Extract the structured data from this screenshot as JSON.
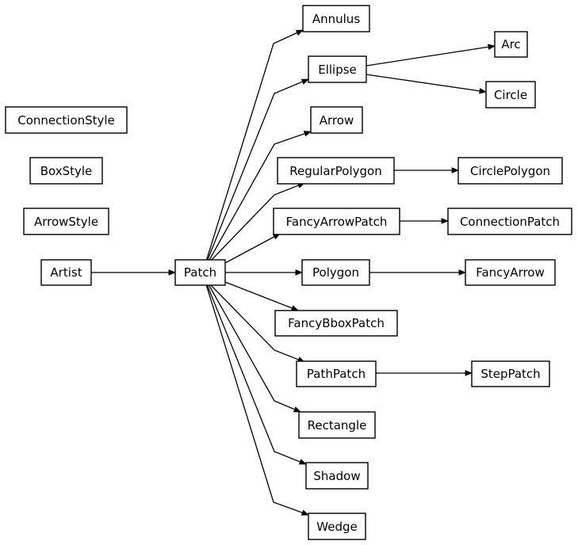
{
  "nodes": {
    "annulus": "Annulus",
    "ellipse": "Ellipse",
    "arc": "Arc",
    "circle": "Circle",
    "connectionstyle": "ConnectionStyle",
    "arrow": "Arrow",
    "boxstyle": "BoxStyle",
    "regularpolygon": "RegularPolygon",
    "circlepolygon": "CirclePolygon",
    "arrowstyle": "ArrowStyle",
    "fancyarrowpatch": "FancyArrowPatch",
    "connectionpatch": "ConnectionPatch",
    "artist": "Artist",
    "patch": "Patch",
    "polygon": "Polygon",
    "fancyarrow": "FancyArrow",
    "fancybboxpatch": "FancyBboxPatch",
    "pathpatch": "PathPatch",
    "steppatch": "StepPatch",
    "rectangle": "Rectangle",
    "shadow": "Shadow",
    "wedge": "Wedge"
  },
  "edges": [
    {
      "from": "artist",
      "to": "patch"
    },
    {
      "from": "patch",
      "to": "annulus"
    },
    {
      "from": "patch",
      "to": "ellipse"
    },
    {
      "from": "patch",
      "to": "arrow"
    },
    {
      "from": "patch",
      "to": "regularpolygon"
    },
    {
      "from": "patch",
      "to": "fancyarrowpatch"
    },
    {
      "from": "patch",
      "to": "polygon"
    },
    {
      "from": "patch",
      "to": "fancybboxpatch"
    },
    {
      "from": "patch",
      "to": "pathpatch"
    },
    {
      "from": "patch",
      "to": "rectangle"
    },
    {
      "from": "patch",
      "to": "shadow"
    },
    {
      "from": "patch",
      "to": "wedge"
    },
    {
      "from": "ellipse",
      "to": "arc"
    },
    {
      "from": "ellipse",
      "to": "circle"
    },
    {
      "from": "regularpolygon",
      "to": "circlepolygon"
    },
    {
      "from": "fancyarrowpatch",
      "to": "connectionpatch"
    },
    {
      "from": "polygon",
      "to": "fancyarrow"
    },
    {
      "from": "pathpatch",
      "to": "steppatch"
    }
  ]
}
